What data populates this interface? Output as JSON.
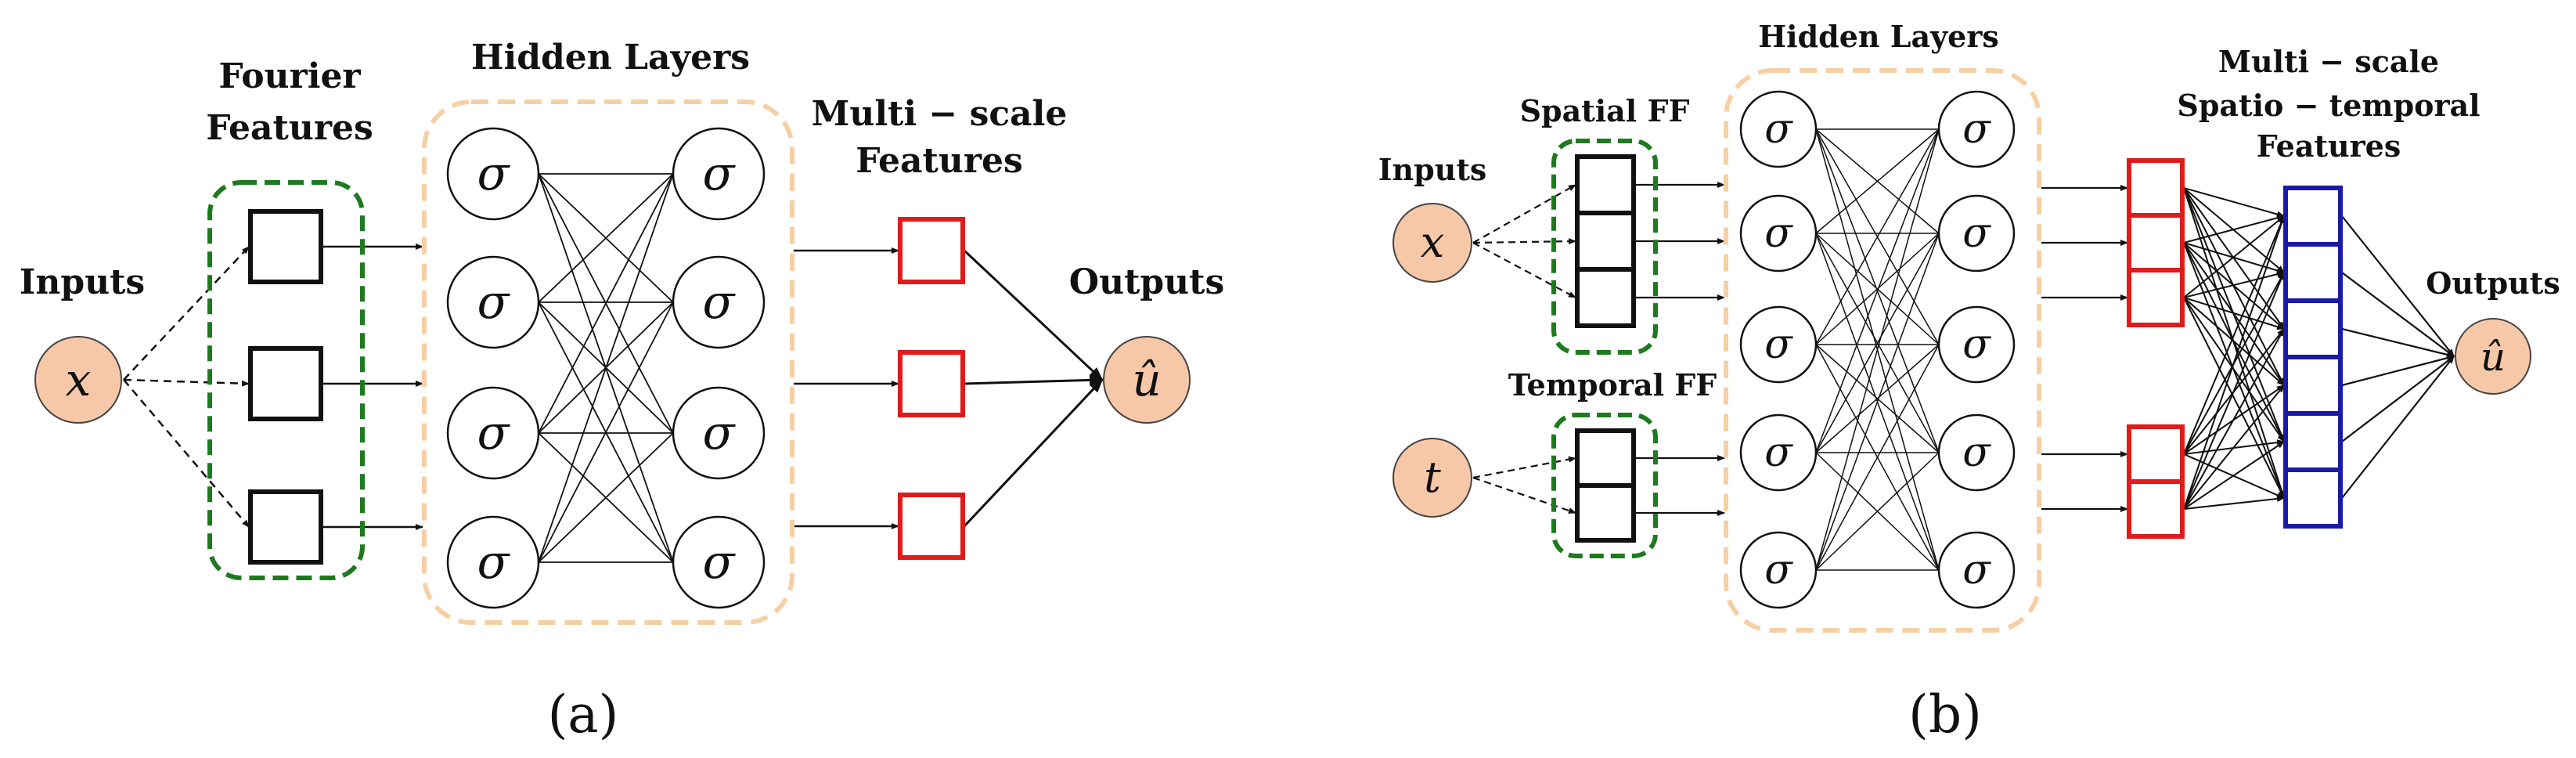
{
  "panel_a": {
    "inputs_label": "Inputs",
    "input_symbol": "x",
    "fourier_line1": "Fourier",
    "fourier_line2": "Features",
    "hidden_label": "Hidden Layers",
    "neuron_symbol": "σ",
    "multiscale_line1": "Multi − scale",
    "multiscale_line2": "Features",
    "outputs_label": "Outputs",
    "output_symbol": "û",
    "caption": "(a)"
  },
  "panel_b": {
    "inputs_label": "Inputs",
    "input_x_symbol": "x",
    "input_t_symbol": "t",
    "spatial_ff_label": "Spatial FF",
    "temporal_ff_label": "Temporal FF",
    "hidden_label": "Hidden Layers",
    "neuron_symbol": "σ",
    "multiscale_line1": "Multi − scale",
    "multiscale_line2": "Spatio − temporal",
    "multiscale_line3": "Features",
    "outputs_label": "Outputs",
    "output_symbol": "û",
    "caption": "(b)"
  },
  "colors": {
    "input_fill": "#f7c8a8",
    "input_stroke": "#444444",
    "fourier_box": "#1e7a1e",
    "hidden_box": "#f7cfa4",
    "feature_red": "#e01b1b",
    "feature_blue": "#1a1aa8",
    "line": "#111111"
  }
}
